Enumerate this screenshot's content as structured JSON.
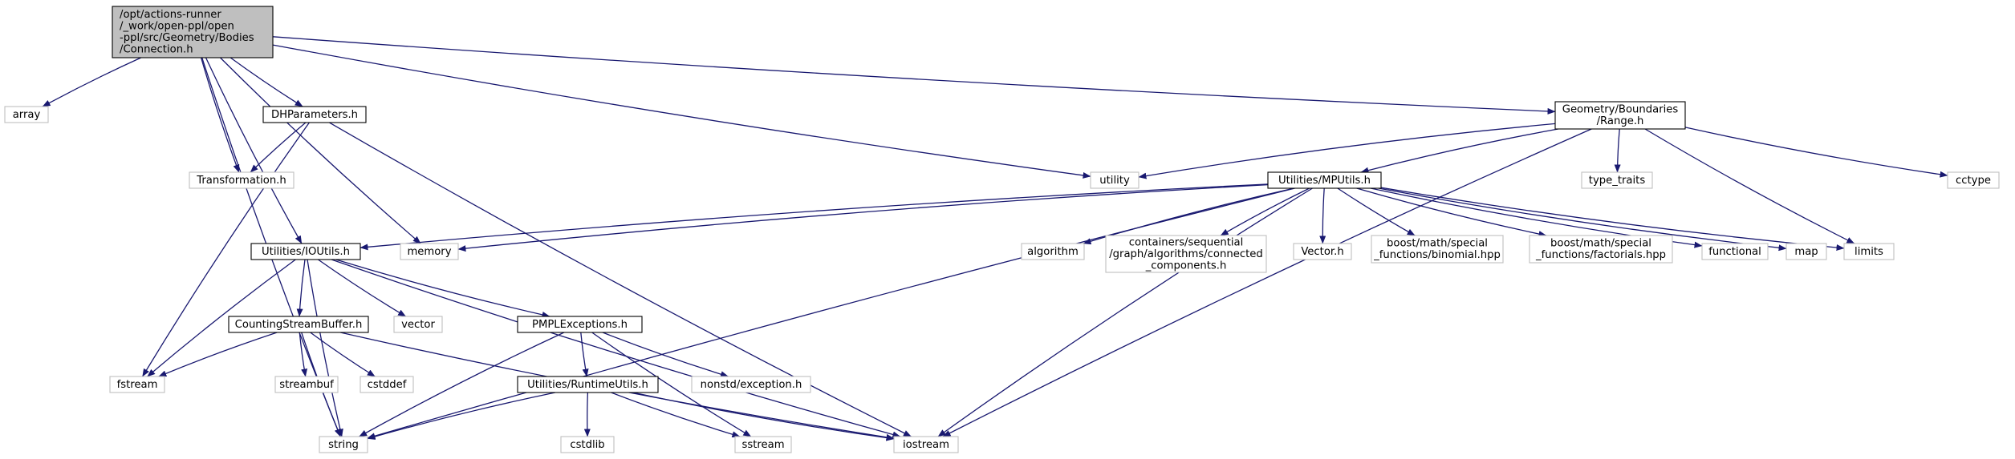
{
  "colors": {
    "edge": "#191970",
    "root_fill": "#bfbfbf",
    "root_stroke": "#000000",
    "internal_stroke": "#000000",
    "external_stroke": "#bfbfbf",
    "background": "#ffffff"
  },
  "nodes": [
    {
      "id": "connection",
      "kind": "root",
      "lines": [
        "/opt/actions-runner",
        "/_work/open-ppl/open",
        "-ppl/src/Geometry/Bodies",
        "/Connection.h"
      ]
    },
    {
      "id": "array",
      "kind": "external",
      "lines": [
        "array"
      ]
    },
    {
      "id": "dhparameters",
      "kind": "internal",
      "lines": [
        "DHParameters.h"
      ]
    },
    {
      "id": "transformation",
      "kind": "external",
      "lines": [
        "Transformation.h"
      ]
    },
    {
      "id": "ioutils",
      "kind": "internal",
      "lines": [
        "Utilities/IOUtils.h"
      ]
    },
    {
      "id": "memory",
      "kind": "external",
      "lines": [
        "memory"
      ]
    },
    {
      "id": "utility",
      "kind": "external",
      "lines": [
        "utility"
      ]
    },
    {
      "id": "range",
      "kind": "internal",
      "lines": [
        "Geometry/Boundaries",
        "/Range.h"
      ]
    },
    {
      "id": "mputils",
      "kind": "internal",
      "lines": [
        "Utilities/MPUtils.h"
      ]
    },
    {
      "id": "type_traits",
      "kind": "external",
      "lines": [
        "type_traits"
      ]
    },
    {
      "id": "cctype",
      "kind": "external",
      "lines": [
        "cctype"
      ]
    },
    {
      "id": "algorithm",
      "kind": "external",
      "lines": [
        "algorithm"
      ]
    },
    {
      "id": "connected_components",
      "kind": "external",
      "lines": [
        "containers/sequential",
        "/graph/algorithms/connected",
        "_components.h"
      ]
    },
    {
      "id": "vector_h",
      "kind": "external",
      "lines": [
        "Vector.h"
      ]
    },
    {
      "id": "binomial",
      "kind": "external",
      "lines": [
        "boost/math/special",
        "_functions/binomial.hpp"
      ]
    },
    {
      "id": "factorials",
      "kind": "external",
      "lines": [
        "boost/math/special",
        "_functions/factorials.hpp"
      ]
    },
    {
      "id": "functional",
      "kind": "external",
      "lines": [
        "functional"
      ]
    },
    {
      "id": "map",
      "kind": "external",
      "lines": [
        "map"
      ]
    },
    {
      "id": "limits",
      "kind": "external",
      "lines": [
        "limits"
      ]
    },
    {
      "id": "vector",
      "kind": "external",
      "lines": [
        "vector"
      ]
    },
    {
      "id": "countingstreambuffer",
      "kind": "internal",
      "lines": [
        "CountingStreamBuffer.h"
      ]
    },
    {
      "id": "pmplexceptions",
      "kind": "internal",
      "lines": [
        "PMPLExceptions.h"
      ]
    },
    {
      "id": "fstream",
      "kind": "external",
      "lines": [
        "fstream"
      ]
    },
    {
      "id": "streambuf",
      "kind": "external",
      "lines": [
        "streambuf"
      ]
    },
    {
      "id": "cstddef",
      "kind": "external",
      "lines": [
        "cstddef"
      ]
    },
    {
      "id": "nonstd_exception",
      "kind": "external",
      "lines": [
        "nonstd/exception.h"
      ]
    },
    {
      "id": "runtimeutils",
      "kind": "internal",
      "lines": [
        "Utilities/RuntimeUtils.h"
      ]
    },
    {
      "id": "string",
      "kind": "external",
      "lines": [
        "string"
      ]
    },
    {
      "id": "cstdlib",
      "kind": "external",
      "lines": [
        "cstdlib"
      ]
    },
    {
      "id": "sstream",
      "kind": "external",
      "lines": [
        "sstream"
      ]
    },
    {
      "id": "iostream",
      "kind": "external",
      "lines": [
        "iostream"
      ]
    }
  ],
  "edges": [
    [
      "connection",
      "array"
    ],
    [
      "connection",
      "dhparameters"
    ],
    [
      "connection",
      "transformation"
    ],
    [
      "connection",
      "ioutils"
    ],
    [
      "connection",
      "memory"
    ],
    [
      "connection",
      "utility"
    ],
    [
      "connection",
      "range"
    ],
    [
      "connection",
      "string"
    ],
    [
      "dhparameters",
      "transformation"
    ],
    [
      "dhparameters",
      "fstream"
    ],
    [
      "dhparameters",
      "iostream"
    ],
    [
      "range",
      "utility"
    ],
    [
      "range",
      "mputils"
    ],
    [
      "range",
      "type_traits"
    ],
    [
      "range",
      "cctype"
    ],
    [
      "range",
      "limits"
    ],
    [
      "range",
      "iostream"
    ],
    [
      "mputils",
      "ioutils"
    ],
    [
      "mputils",
      "memory"
    ],
    [
      "mputils",
      "algorithm"
    ],
    [
      "mputils",
      "connected_components"
    ],
    [
      "mputils",
      "vector_h"
    ],
    [
      "mputils",
      "binomial"
    ],
    [
      "mputils",
      "factorials"
    ],
    [
      "mputils",
      "functional"
    ],
    [
      "mputils",
      "map"
    ],
    [
      "mputils",
      "limits"
    ],
    [
      "mputils",
      "string"
    ],
    [
      "mputils",
      "iostream"
    ],
    [
      "ioutils",
      "fstream"
    ],
    [
      "ioutils",
      "countingstreambuffer"
    ],
    [
      "ioutils",
      "string"
    ],
    [
      "ioutils",
      "vector"
    ],
    [
      "ioutils",
      "pmplexceptions"
    ],
    [
      "ioutils",
      "iostream"
    ],
    [
      "countingstreambuffer",
      "fstream"
    ],
    [
      "countingstreambuffer",
      "streambuf"
    ],
    [
      "countingstreambuffer",
      "cstddef"
    ],
    [
      "countingstreambuffer",
      "string"
    ],
    [
      "countingstreambuffer",
      "iostream"
    ],
    [
      "pmplexceptions",
      "runtimeutils"
    ],
    [
      "pmplexceptions",
      "nonstd_exception"
    ],
    [
      "pmplexceptions",
      "string"
    ],
    [
      "pmplexceptions",
      "sstream"
    ],
    [
      "runtimeutils",
      "string"
    ],
    [
      "runtimeutils",
      "cstdlib"
    ],
    [
      "runtimeutils",
      "sstream"
    ],
    [
      "runtimeutils",
      "iostream"
    ]
  ]
}
